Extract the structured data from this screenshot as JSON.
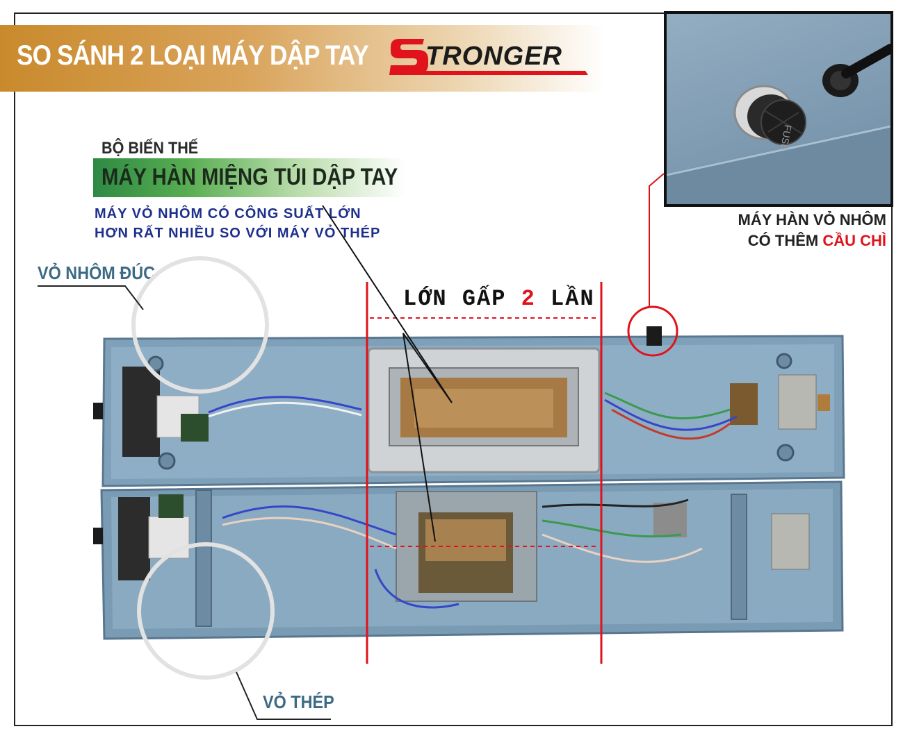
{
  "banner": {
    "title": "SO SÁNH 2 LOẠI  MÁY DẬP TAY",
    "logo_text": "TRONGER"
  },
  "transformer": {
    "sub_heading": "BỘ BIẾN THẾ",
    "title": "MÁY HÀN MIỆNG TÚI DẬP TAY",
    "desc_line1": "MÁY VỎ NHÔM CÓ CÔNG SUẤT LỚN",
    "desc_line2": "HƠN RẤT NHIỀU SO VỚI MÁY VỎ THÉP"
  },
  "labels": {
    "aluminum_case": "VỎ NHÔM ĐÚC",
    "steel_case": "VỎ THÉP"
  },
  "comparison": {
    "prefix": "LỚN GẤP ",
    "number": "2",
    "suffix": " LẦN"
  },
  "inset": {
    "line1": "MÁY HÀN VỎ NHÔM",
    "line2_prefix": "CÓ THÊM ",
    "line2_highlight": "CẦU CHÌ",
    "fuse_text": "FUSE"
  },
  "colors": {
    "accent_red": "#e0121b",
    "case_blue": "#7e9fb8",
    "banner_orange": "#c98a2c",
    "label_blue": "#3c6a84",
    "desc_navy": "#1d2f8c"
  }
}
